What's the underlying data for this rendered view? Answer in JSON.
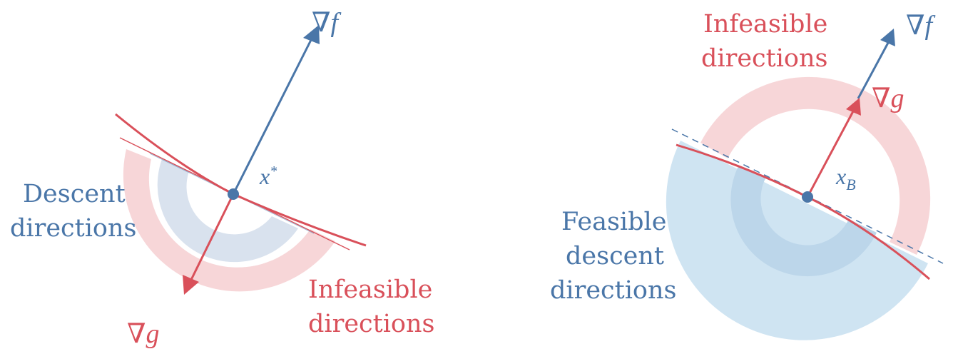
{
  "colors": {
    "blue": "#4a76a8",
    "red": "#d9505a",
    "pink_fill": "#f7d6d8",
    "gray_blue_fill": "#d9e2ee",
    "light_blue_fill": "#cfe4f2",
    "mid_blue_fill": "#bcd6ea"
  },
  "left_panel": {
    "grad_f_label": "∇f",
    "grad_g_label": "∇g",
    "point_label": "x*",
    "point_label_base": "x",
    "point_label_sup": "*",
    "descent_label": [
      "Descent",
      "directions"
    ],
    "infeasible_label": [
      "Infeasible",
      "directions"
    ]
  },
  "right_panel": {
    "grad_f_label": "∇f",
    "grad_g_label": "∇g",
    "point_label_base": "x",
    "point_label_sub": "B",
    "infeasible_label": [
      "Infeasible",
      "directions"
    ],
    "feasible_descent_label": [
      "Feasible",
      "descent",
      "directions"
    ]
  }
}
